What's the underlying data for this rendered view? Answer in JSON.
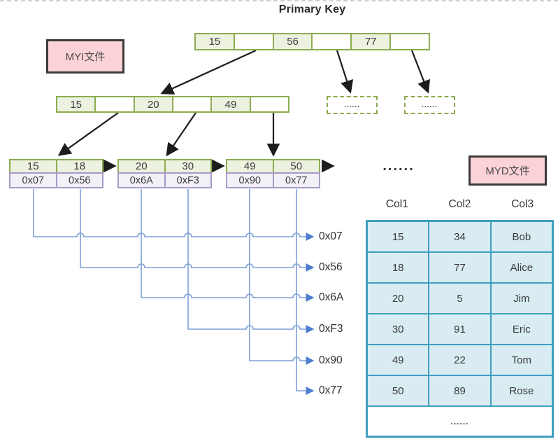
{
  "title": "Primary Key",
  "file_labels": {
    "myi": "MYI文件",
    "myd": "MYD文件"
  },
  "root_node": {
    "cells": [
      "15",
      "",
      "56",
      "",
      "77",
      ""
    ]
  },
  "internal_node": {
    "cells": [
      "15",
      "",
      "20",
      "",
      "49",
      ""
    ]
  },
  "dashed_nodes": {
    "left": "......",
    "right": "......"
  },
  "leaf_nodes": [
    {
      "keys": [
        "15",
        "18"
      ],
      "addrs": [
        "0x07",
        "0x56"
      ]
    },
    {
      "keys": [
        "20",
        "30"
      ],
      "addrs": [
        "0x6A",
        "0xF3"
      ]
    },
    {
      "keys": [
        "49",
        "50"
      ],
      "addrs": [
        "0x90",
        "0x77"
      ]
    }
  ],
  "leaf_ellipsis": "......",
  "addresses": [
    "0x07",
    "0x56",
    "0x6A",
    "0xF3",
    "0x90",
    "0x77"
  ],
  "table": {
    "headers": [
      "Col1",
      "Col2",
      "Col3"
    ],
    "rows": [
      [
        "15",
        "34",
        "Bob"
      ],
      [
        "18",
        "77",
        "Alice"
      ],
      [
        "20",
        "5",
        "Jim"
      ],
      [
        "30",
        "91",
        "Eric"
      ],
      [
        "49",
        "22",
        "Tom"
      ],
      [
        "50",
        "89",
        "Rose"
      ]
    ],
    "ellipsis": "......"
  },
  "colors": {
    "node_border": "#8cac50",
    "node_fill": "#edf1e0",
    "addr_border": "#a79bc8",
    "addr_fill": "#f3f1f8",
    "table_border": "#3f9fc0",
    "table_fill": "#d8ecf2",
    "label_fill": "#fbd2d7",
    "connector_blue": "#7d9fd8",
    "connector_arrow_blue": "#4d7ecf",
    "arrow_black": "#1c1c1c"
  }
}
